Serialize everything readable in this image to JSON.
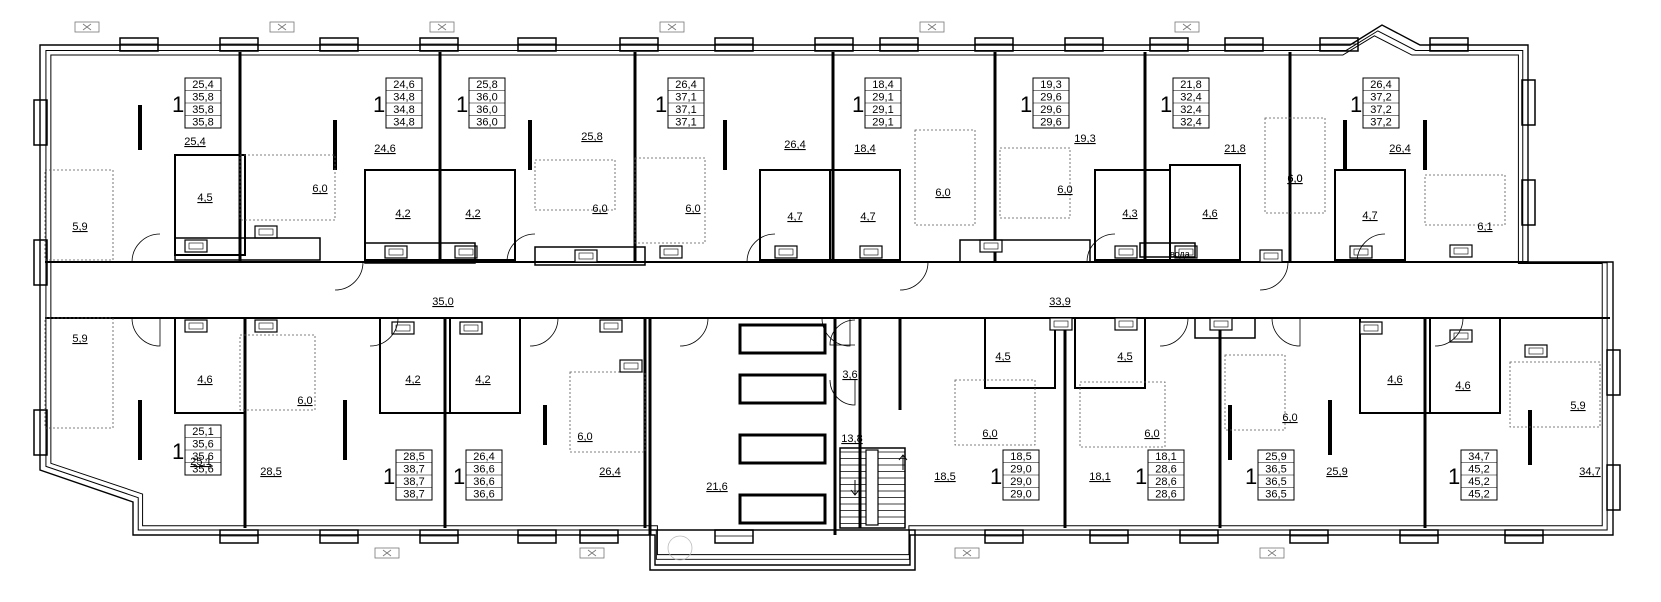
{
  "plan": {
    "utility_label": "вода",
    "apartments": [
      {
        "rooms": "1",
        "values": [
          "25,4",
          "35,8",
          "35,8",
          "35,8"
        ]
      },
      {
        "rooms": "1",
        "values": [
          "24,6",
          "34,8",
          "34,8",
          "34,8"
        ]
      },
      {
        "rooms": "1",
        "values": [
          "25,8",
          "36,0",
          "36,0",
          "36,0"
        ]
      },
      {
        "rooms": "1",
        "values": [
          "26,4",
          "37,1",
          "37,1",
          "37,1"
        ]
      },
      {
        "rooms": "1",
        "values": [
          "18,4",
          "29,1",
          "29,1",
          "29,1"
        ]
      },
      {
        "rooms": "1",
        "values": [
          "19,3",
          "29,6",
          "29,6",
          "29,6"
        ]
      },
      {
        "rooms": "1",
        "values": [
          "21,8",
          "32,4",
          "32,4",
          "32,4"
        ]
      },
      {
        "rooms": "1",
        "values": [
          "26,4",
          "37,2",
          "37,2",
          "37,2"
        ]
      },
      {
        "rooms": "1",
        "values": [
          "25,1",
          "35,6",
          "35,6",
          "35,6"
        ]
      },
      {
        "rooms": "1",
        "values": [
          "28,5",
          "38,7",
          "38,7",
          "38,7"
        ]
      },
      {
        "rooms": "1",
        "values": [
          "26,4",
          "36,6",
          "36,6",
          "36,6"
        ]
      },
      {
        "rooms": "1",
        "values": [
          "18,5",
          "29,0",
          "29,0",
          "29,0"
        ]
      },
      {
        "rooms": "1",
        "values": [
          "18,1",
          "28,6",
          "28,6",
          "28,6"
        ]
      },
      {
        "rooms": "1",
        "values": [
          "25,9",
          "36,5",
          "36,5",
          "36,5"
        ]
      },
      {
        "rooms": "1",
        "values": [
          "34,7",
          "45,2",
          "45,2",
          "45,2"
        ]
      }
    ],
    "room_labels": [
      "25,4",
      "24,6",
      "25,8",
      "26,4",
      "18,4",
      "19,3",
      "21,8",
      "26,4",
      "6,0",
      "6,0",
      "6,0",
      "6,0",
      "6,0",
      "6,0",
      "6,0",
      "5,9",
      "5,9",
      "4,5",
      "4,2",
      "4,2",
      "4,7",
      "4,7",
      "4,3",
      "4,6",
      "4,7",
      "6,1",
      "35,0",
      "33,9",
      "4,6",
      "4,2",
      "4,2",
      "6,0",
      "6,0",
      "4,5",
      "4,5",
      "6,0",
      "6,0",
      "6,0",
      "4,6",
      "4,6",
      "5,9",
      "3,6",
      "13,8",
      "21,6",
      "25,1",
      "28,5",
      "26,4",
      "18,5",
      "18,1",
      "25,9",
      "34,7"
    ]
  }
}
